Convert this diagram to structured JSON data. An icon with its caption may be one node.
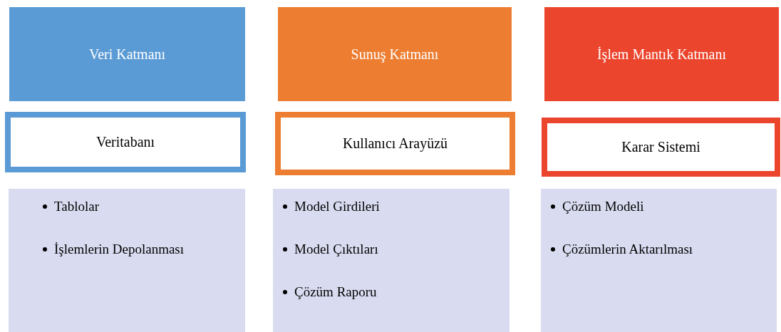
{
  "diagram": {
    "nodes": [
      {
        "text": [
          "Veri Katmanı"
        ]
      },
      {
        "text": [
          "Sunuş Katmanı"
        ]
      },
      {
        "text": [
          "İşlem Mantık Katmanı"
        ]
      },
      {
        "text": [
          "Veritabanı"
        ]
      },
      {
        "text": [
          "Kullanıcı Arayüzü"
        ]
      },
      {
        "text": [
          "Karar Sistemi"
        ]
      },
      {
        "text": [
          "Tablolar",
          "İşlemlerin Depolanması"
        ]
      },
      {
        "text": [
          "Model Girdileri",
          "Model Çıktıları",
          "Çözüm Raporu"
        ]
      },
      {
        "text": [
          "Çözüm Modeli",
          "Çözümlerin Aktarılması"
        ]
      }
    ]
  }
}
